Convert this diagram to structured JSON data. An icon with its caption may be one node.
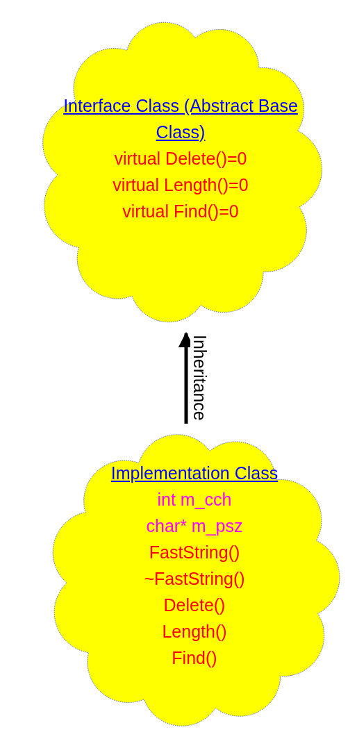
{
  "diagram": {
    "nodes": [
      {
        "text": [
          "Interface Class (Abstract Base Class)",
          "virtual Delete()=0",
          "virtual Length()=0",
          "virtual Find()=0"
        ]
      },
      {
        "text": [
          "Implementation Class",
          "int m_cch",
          "char* m_psz",
          "FastString()",
          "~FastString()",
          "Delete()",
          "Length()",
          "Find()"
        ]
      }
    ],
    "edges": [
      {
        "from": 1,
        "to": 0,
        "arrow": "to",
        "label": "Inheritance"
      }
    ]
  }
}
